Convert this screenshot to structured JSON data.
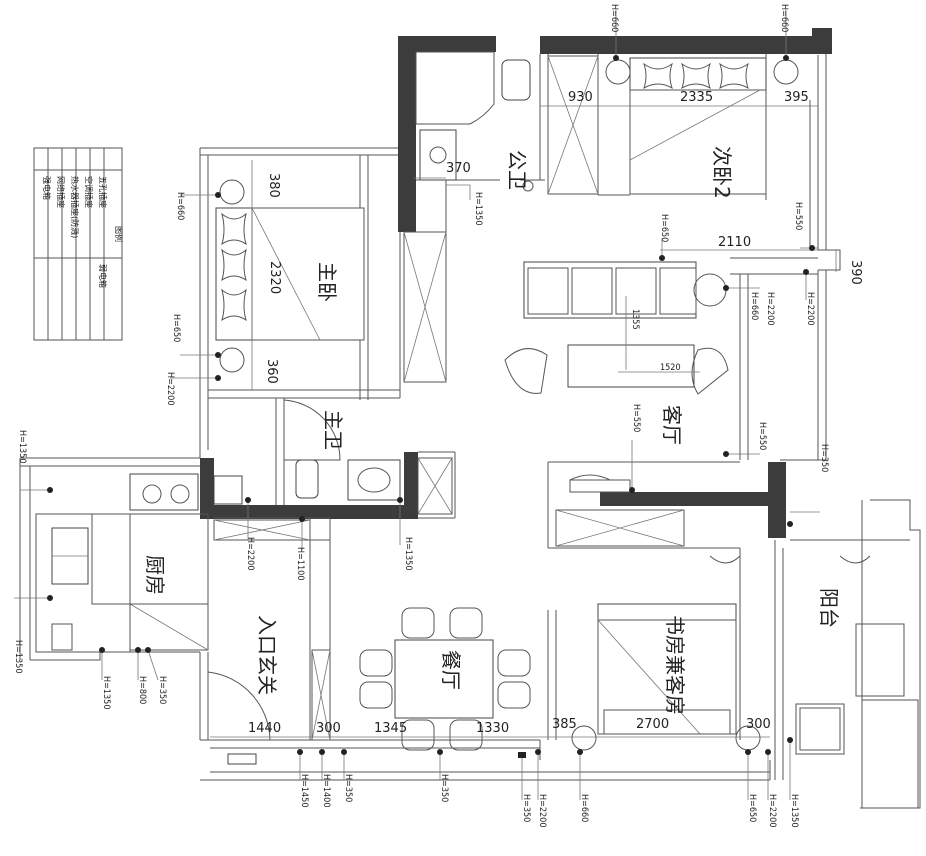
{
  "rooms": {
    "public_bath": "公卫",
    "second_bedroom": "次卧2",
    "master_bedroom": "主卧",
    "master_bath": "主卫",
    "living_room": "客厅",
    "kitchen": "厨房",
    "entrance_hall": "入口玄关",
    "dining_room": "餐厅",
    "balcony": "阳台",
    "study_guest_room": "书房兼客房"
  },
  "dimensions": {
    "top_930": "930",
    "top_2335": "2335",
    "top_395": "395",
    "bath_370": "370",
    "master_380": "380",
    "master_2320": "2320",
    "master_360": "360",
    "living_2110": "2110",
    "living_390": "390",
    "living_1355": "1355",
    "living_1520": "1520",
    "bottom_1440": "1440",
    "bottom_300a": "300",
    "bottom_1345": "1345",
    "bottom_1330": "1330",
    "bottom_385": "385",
    "bottom_2700": "2700",
    "bottom_300b": "300"
  },
  "heights": {
    "h_top_660a": "H=660",
    "h_top_660b": "H=660",
    "h_bath_1350": "H=1350",
    "h_master_660a": "H=660",
    "h_master_650": "H=650",
    "h_master_2200": "H=2200",
    "h_living_650": "H=650",
    "h_living_550": "H=550",
    "h_living_660": "H=660",
    "h_living_2200": "H=2200",
    "h_living_2200b": "H=2200",
    "h_living_mid_550": "H=550",
    "h_living_right_550": "H=550",
    "h_living_right_350": "H=350",
    "h_left_1350": "H=1350",
    "h_kitchen_1350": "H=1350",
    "h_masterbath_2200": "H=2200",
    "h_masterbath_1100": "H=1100",
    "h_masterbath_1350": "H=1350",
    "h_kitchen_1350b": "H=1350",
    "h_kitchen_800": "H=800",
    "h_kitchen_350": "H=350",
    "h_bottom_1450": "H=1450",
    "h_bottom_1400": "H=1400",
    "h_bottom_350": "H=350",
    "h_bottom_350b": "H=350",
    "h_bottom_350c": "H=350",
    "h_bottom_2200": "H=2200",
    "h_bottom_660": "H=660",
    "h_bottom_650": "H=650",
    "h_bottom_2200b": "H=2200",
    "h_bottom_1350": "H=1350"
  },
  "legend": {
    "title": "图例",
    "items": [
      "五孔插座",
      "空调插座",
      "热水器插座(防溅)",
      "网络插座",
      "强电箱",
      "弱电箱"
    ]
  }
}
